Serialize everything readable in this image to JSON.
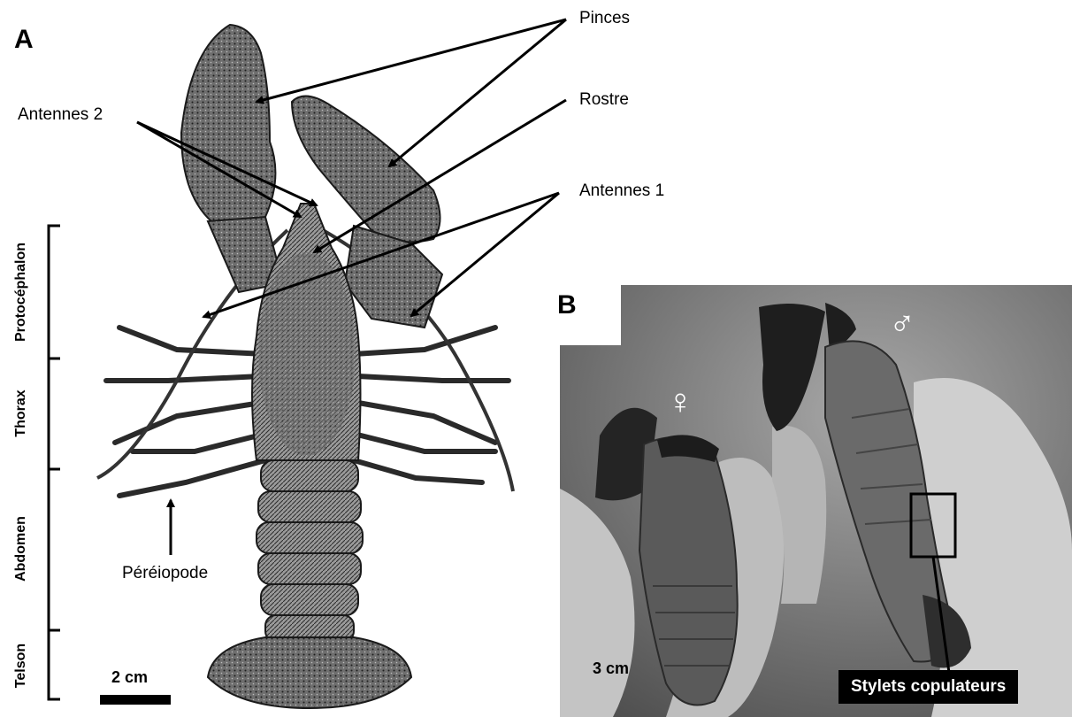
{
  "panel_a": {
    "letter": "A",
    "labels": {
      "pinces": "Pinces",
      "antennes2": "Antennes 2",
      "rostre": "Rostre",
      "antennes1": "Antennes 1",
      "pereiopode": "Péréiopode"
    },
    "body_regions": [
      "Protocéphalon",
      "Thorax",
      "Abdomen",
      "Telson"
    ],
    "scale_label": "2 cm"
  },
  "panel_b": {
    "letter": "B",
    "female_symbol": "♀",
    "male_symbol": "♂",
    "scale_label": "3 cm",
    "callout": "Stylets copulateurs"
  },
  "colors": {
    "ink": "#000000",
    "crayfish_shell": "#3a3a3a",
    "photo_background": "#6f6f6f",
    "callout_bg": "#000000",
    "callout_text": "#ffffff"
  }
}
